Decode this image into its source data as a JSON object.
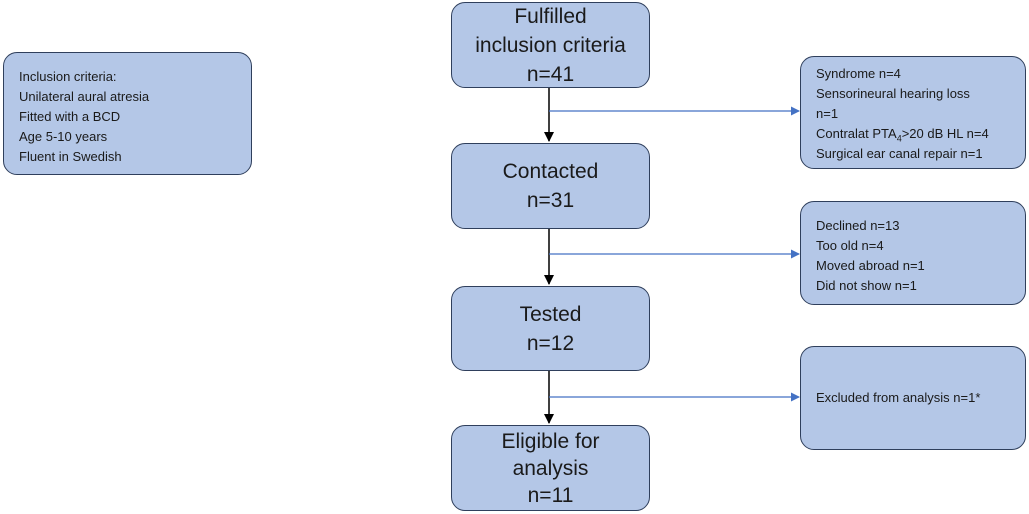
{
  "inclusion_box": {
    "lines": [
      "Inclusion criteria:",
      "Unilateral aural atresia",
      "Fitted with a BCD",
      "Age 5-10 years",
      "Fluent in Swedish"
    ]
  },
  "flow": [
    {
      "lines": [
        "Fulfilled",
        "inclusion criteria",
        "n=41"
      ]
    },
    {
      "lines": [
        "Contacted",
        "n=31"
      ]
    },
    {
      "lines": [
        "Tested",
        "n=12"
      ]
    },
    {
      "lines": [
        "Eligible for",
        "analysis",
        "n=11"
      ]
    }
  ],
  "exclusions": [
    {
      "lines": [
        "Syndrome n=4",
        "Sensorineural hearing loss",
        "n=1",
        "Surgical ear canal repair n=1"
      ],
      "pta_line": {
        "prefix": "Contralat PTA",
        "subscript": "4",
        "suffix": ">20 dB HL n=4"
      }
    },
    {
      "lines": [
        "Declined n=13",
        "Too old n=4",
        "Moved abroad n=1",
        "Did not show n=1"
      ]
    },
    {
      "lines": [
        "Excluded from analysis n=1*"
      ]
    }
  ],
  "colors": {
    "box_fill": "#b4c7e7",
    "box_border": "#2f3f5c",
    "arrow_main": "#000000",
    "arrow_side": "#4472c4"
  }
}
